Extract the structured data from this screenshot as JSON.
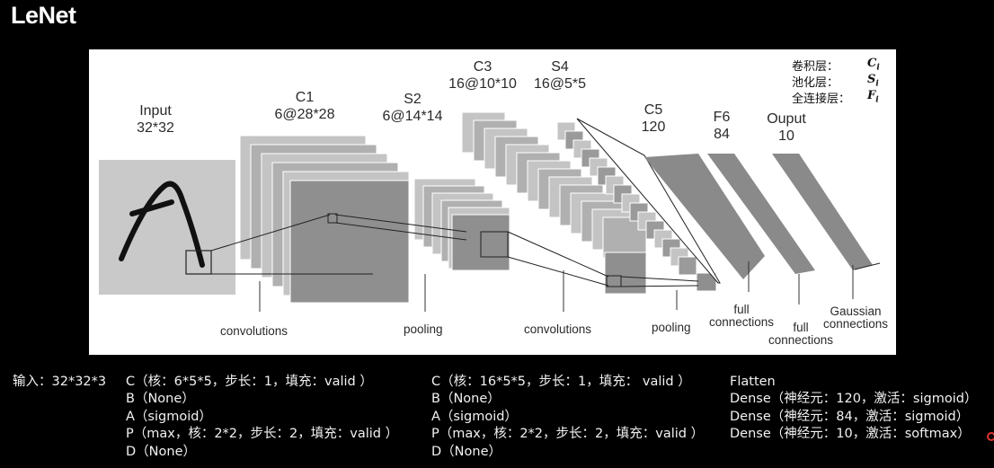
{
  "title": "LeNet",
  "diagram": {
    "layers": {
      "input": {
        "name": "Input",
        "size": "32*32"
      },
      "c1": {
        "name": "C1",
        "size": "6@28*28"
      },
      "s2": {
        "name": "S2",
        "size": "6@14*14"
      },
      "c3": {
        "name": "C3",
        "size": "16@10*10"
      },
      "s4": {
        "name": "S4",
        "size": "16@5*5"
      },
      "c5": {
        "name": "C5",
        "size": "120"
      },
      "f6": {
        "name": "F6",
        "size": "84"
      },
      "output": {
        "name": "Ouput",
        "size": "10"
      }
    },
    "ops": {
      "conv1": "convolutions",
      "pool1": "pooling",
      "conv2": "convolutions",
      "pool2": "pooling",
      "full1_a": "full",
      "full1_b": "connections",
      "full2_a": "full",
      "full2_b": "connections",
      "gauss_a": "Gaussian",
      "gauss_b": "connections"
    },
    "legend": [
      {
        "label": "卷积层：",
        "symbol": "C",
        "sub": "i"
      },
      {
        "label": "池化层：",
        "symbol": "S",
        "sub": "i"
      },
      {
        "label": "全连接层：",
        "symbol": "F",
        "sub": "i"
      }
    ]
  },
  "details": {
    "col1": {
      "input": "输入：32*32*3"
    },
    "col2": [
      "C（核：6*5*5，步长：1，填充：valid ）",
      "B（None）",
      "A（sigmoid）",
      "P（max，核：2*2，步长：2，填充：valid ）",
      "D（None）"
    ],
    "col3": [
      "C（核：16*5*5，步长：1，填充： valid ）",
      "B（None）",
      "A（sigmoid）",
      "P（max，核：2*2，步长：2，填充：valid ）",
      "D（None）"
    ],
    "col4": [
      "Flatten",
      "Dense（神经元：120，激活：sigmoid）",
      "Dense（神经元：84，激活：sigmoid）",
      "Dense（神经元：10，激活：softmax）"
    ]
  },
  "colors": {
    "background": "#000000",
    "panel": "#ffffff",
    "map_light": "#c4c4c4",
    "map_mid": "#9a9a9a",
    "map_dark": "#7d7d7d",
    "accent_dot": "#e0322c"
  }
}
